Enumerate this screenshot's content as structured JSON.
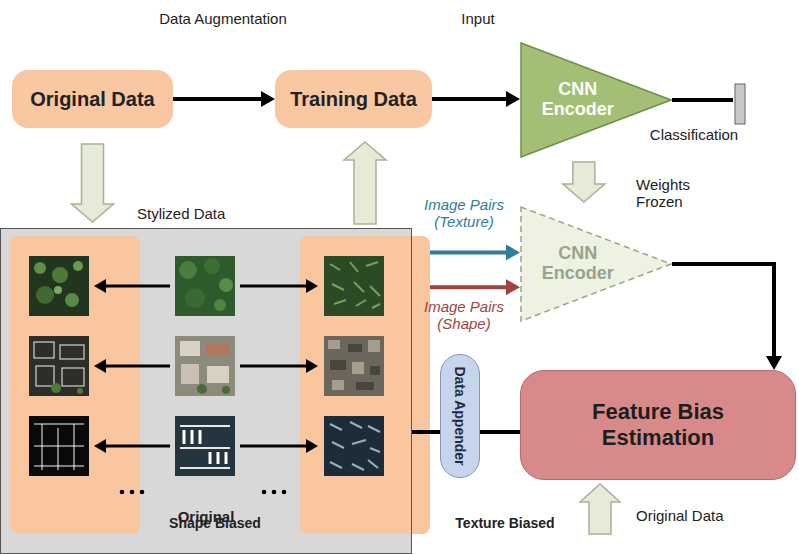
{
  "diagram": {
    "nodes": [
      {
        "text": [
          "Original Data"
        ]
      },
      {
        "text": [
          "Training Data"
        ]
      },
      {
        "text": [
          "CNN Encoder"
        ]
      },
      {
        "text": [
          "CNN Encoder"
        ]
      },
      {
        "text": [
          "Original"
        ]
      },
      {
        "text": [
          "Shape Biased"
        ],
        "in": 4
      },
      {
        "text": [
          "Texture Biased"
        ],
        "in": 4
      },
      {
        "text": [
          "Data Appender"
        ]
      },
      {
        "text": [
          "Feature Bias Estimation"
        ]
      }
    ],
    "edges": [
      {
        "from": 0,
        "to": 1,
        "label": "Data Augmentation",
        "arrow": "to"
      },
      {
        "from": 1,
        "to": 2,
        "label": "Input",
        "arrow": "to"
      },
      {
        "from": 0,
        "to": 4,
        "label": "Stylized Data",
        "arrow": "to"
      },
      {
        "from": 6,
        "to": 1,
        "arrow": "to"
      },
      {
        "from": 2,
        "to": 3,
        "label": "Weights Frozen",
        "arrow": "to"
      },
      {
        "from": 6,
        "to": 3,
        "label": "Image Pairs (Texture)",
        "arrow": "to"
      },
      {
        "from": 6,
        "to": 3,
        "label": "Image Pairs (Shape)",
        "arrow": "to"
      },
      {
        "from": 3,
        "to": 8,
        "arrow": "to"
      },
      {
        "from": 4,
        "to": 7,
        "arrow": "none"
      },
      {
        "from": 7,
        "to": 8,
        "arrow": "none"
      }
    ],
    "labels": [
      "Classification",
      "Original Data"
    ]
  }
}
